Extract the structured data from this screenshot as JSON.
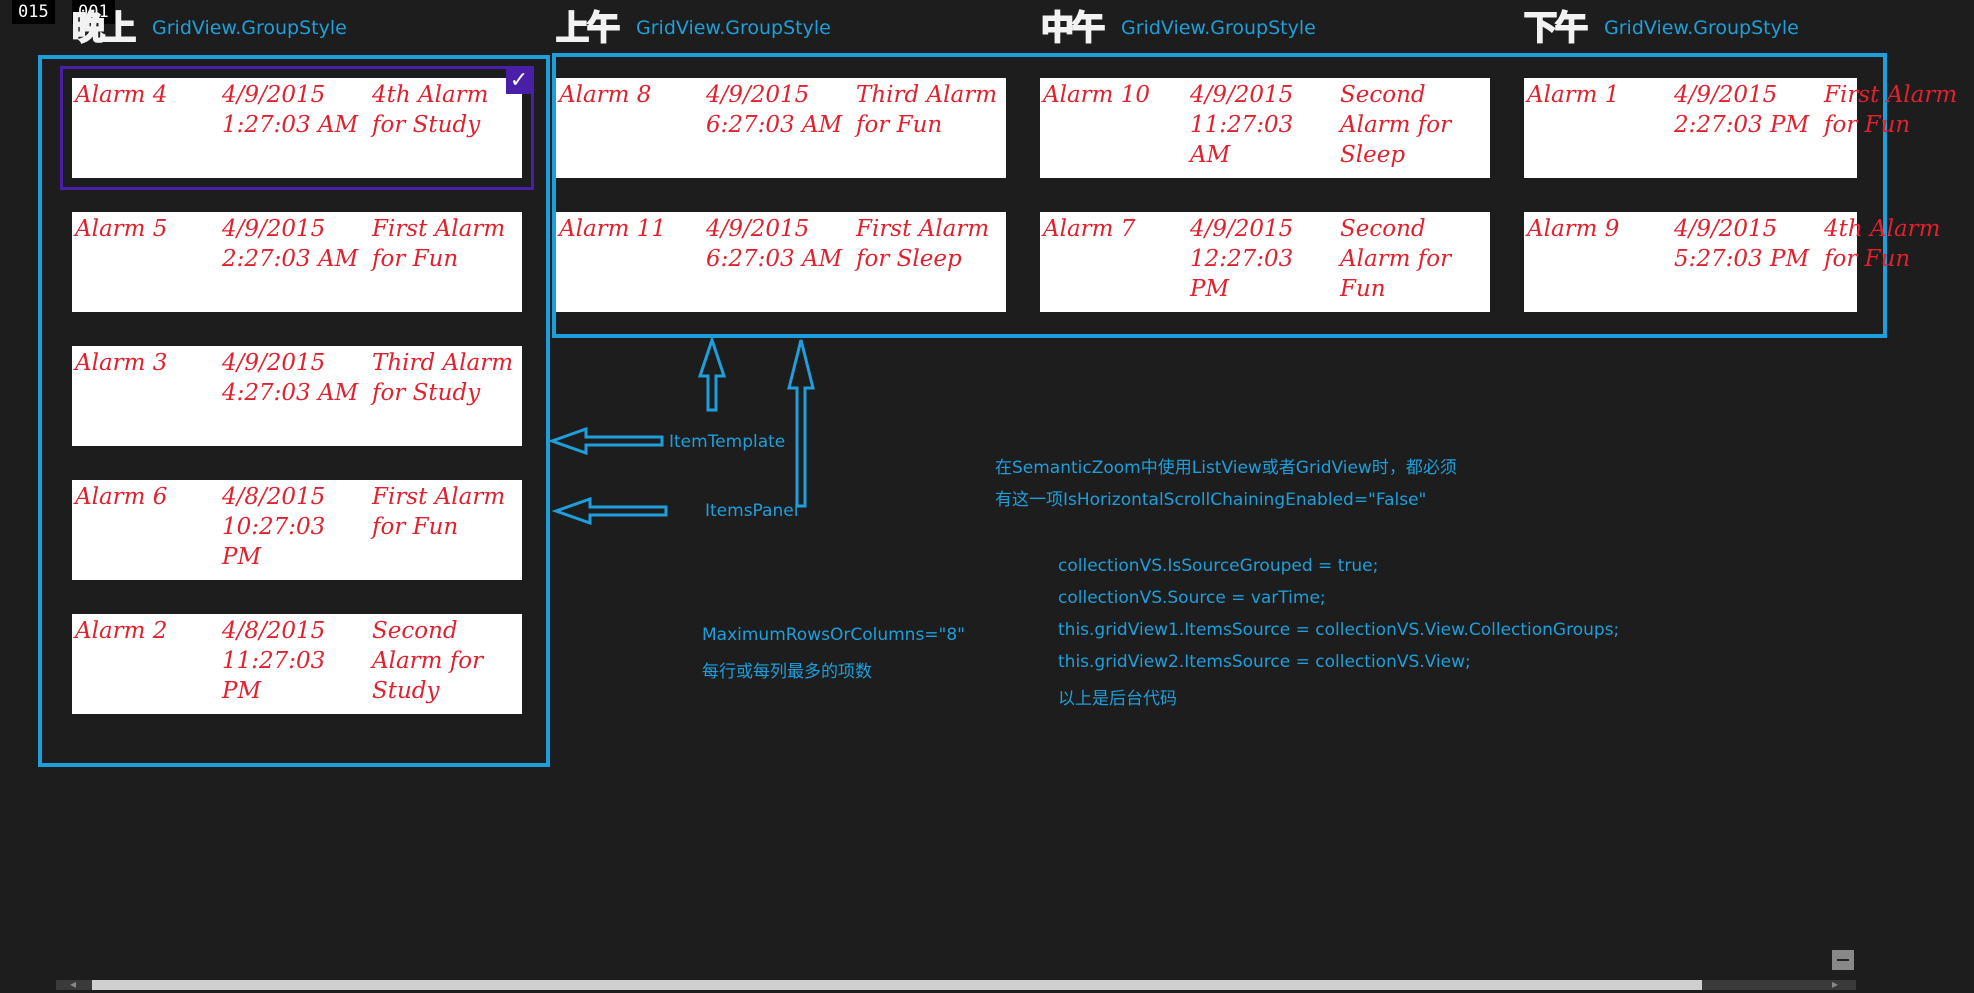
{
  "debug": {
    "left": "015",
    "right": "001"
  },
  "groups": [
    {
      "glyph": "晚上",
      "label": "GridView.GroupStyle"
    },
    {
      "glyph": "上午",
      "label": "GridView.GroupStyle"
    },
    {
      "glyph": "中午",
      "label": "GridView.GroupStyle"
    },
    {
      "glyph": "下午",
      "label": "GridView.GroupStyle"
    }
  ],
  "list_items": [
    {
      "name": "Alarm 4",
      "date": "4/9/2015",
      "time": "1:27:03 AM",
      "desc": "4th Alarm for Study",
      "selected": true
    },
    {
      "name": "Alarm 5",
      "date": "4/9/2015",
      "time": "2:27:03 AM",
      "desc": "First Alarm for Fun"
    },
    {
      "name": "Alarm 3",
      "date": "4/9/2015",
      "time": "4:27:03 AM",
      "desc": "Third Alarm for Study"
    },
    {
      "name": "Alarm 6",
      "date": "4/8/2015",
      "time": "10:27:03 PM",
      "desc": "First Alarm for Fun"
    },
    {
      "name": "Alarm 2",
      "date": "4/8/2015",
      "time": "11:27:03 PM",
      "desc": "Second Alarm for Study"
    }
  ],
  "grid_items": [
    {
      "name": "Alarm 8",
      "date": "4/9/2015",
      "time": "6:27:03 AM",
      "desc": "Third Alarm for Fun"
    },
    {
      "name": "Alarm 10",
      "date": "4/9/2015",
      "time": "11:27:03 AM",
      "desc": "Second Alarm for Sleep"
    },
    {
      "name": "Alarm 1",
      "date": "4/9/2015",
      "time": "2:27:03 PM",
      "desc": "First Alarm for Fun"
    },
    {
      "name": "Alarm 11",
      "date": "4/9/2015",
      "time": "6:27:03 AM",
      "desc": "First Alarm for Sleep"
    },
    {
      "name": "Alarm 7",
      "date": "4/9/2015",
      "time": "12:27:03 PM",
      "desc": "Second Alarm for Fun"
    },
    {
      "name": "Alarm 9",
      "date": "4/9/2015",
      "time": "5:27:03 PM",
      "desc": "4th Alarm for Fun"
    }
  ],
  "annotations": {
    "item_template": "ItemTemplate",
    "items_panel": "ItemsPanel",
    "semantic_zoom_1": "在SemanticZoom中使用ListView或者GridView时，都必须",
    "semantic_zoom_2": "有这一项IsHorizontalScrollChainingEnabled=\"False\"",
    "max_rows_1": "MaximumRowsOrColumns=\"8\"",
    "max_rows_2": "每行或每列最多的项数"
  },
  "code_lines": [
    "collectionVS.IsSourceGrouped = true;",
    "collectionVS.Source = varTime;",
    "this.gridView1.ItemsSource = collectionVS.View.CollectionGroups;",
    "this.gridView2.ItemsSource = collectionVS.View;",
    "以上是后台代码"
  ],
  "colors": {
    "accent": "#1e9fdc",
    "selection": "#4a1ea6",
    "text": "#e0212e",
    "background": "#1d1d1d"
  }
}
